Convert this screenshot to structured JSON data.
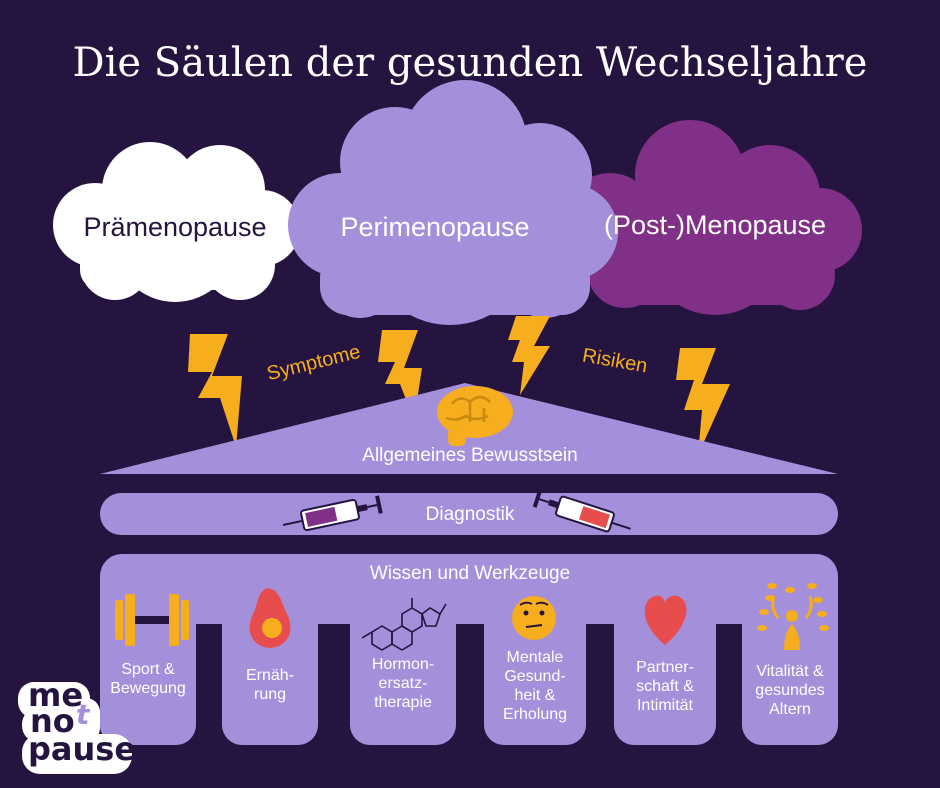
{
  "title": "Die Säulen der gesunden Wechseljahre",
  "clouds": [
    {
      "label": "Prämenopause"
    },
    {
      "label": "Perimenopause"
    },
    {
      "label": "(Post-)Menopause"
    }
  ],
  "accents": {
    "left": "Symptome",
    "right": "Risiken"
  },
  "roof": {
    "label": "Allgemeines Bewusstsein",
    "icon": "brain-icon"
  },
  "beam": {
    "label": "Diagnostik",
    "icon": "syringe-icon"
  },
  "base": {
    "label": "Wissen und Werkzeuge"
  },
  "pillars": [
    {
      "line1": "Sport &",
      "line2": "Bewegung",
      "line3": "",
      "line4": "",
      "icon": "dumbbell-icon"
    },
    {
      "line1": "Ernäh-",
      "line2": "rung",
      "line3": "",
      "line4": "",
      "icon": "avocado-icon"
    },
    {
      "line1": "Hormon-",
      "line2": "ersatz-",
      "line3": "therapie",
      "line4": "",
      "icon": "molecule-icon"
    },
    {
      "line1": "Mentale",
      "line2": "Gesund-",
      "line3": "heit &",
      "line4": "Erholung",
      "icon": "thinking-face-icon"
    },
    {
      "line1": "Partner-",
      "line2": "schaft &",
      "line3": "Intimität",
      "line4": "",
      "icon": "heart-icon"
    },
    {
      "line1": "Vitalität &",
      "line2": "gesundes",
      "line3": "Altern",
      "line4": "",
      "icon": "vitality-tree-icon"
    }
  ],
  "logo": {
    "line1": "me",
    "line2": "no",
    "accent": "t",
    "line3": "pause"
  },
  "colors": {
    "background": "#24143f",
    "lavender": "#a48fdb",
    "purple": "#813088",
    "white": "#ffffff",
    "yellow": "#f6ad1e",
    "red": "#e84d4d"
  }
}
